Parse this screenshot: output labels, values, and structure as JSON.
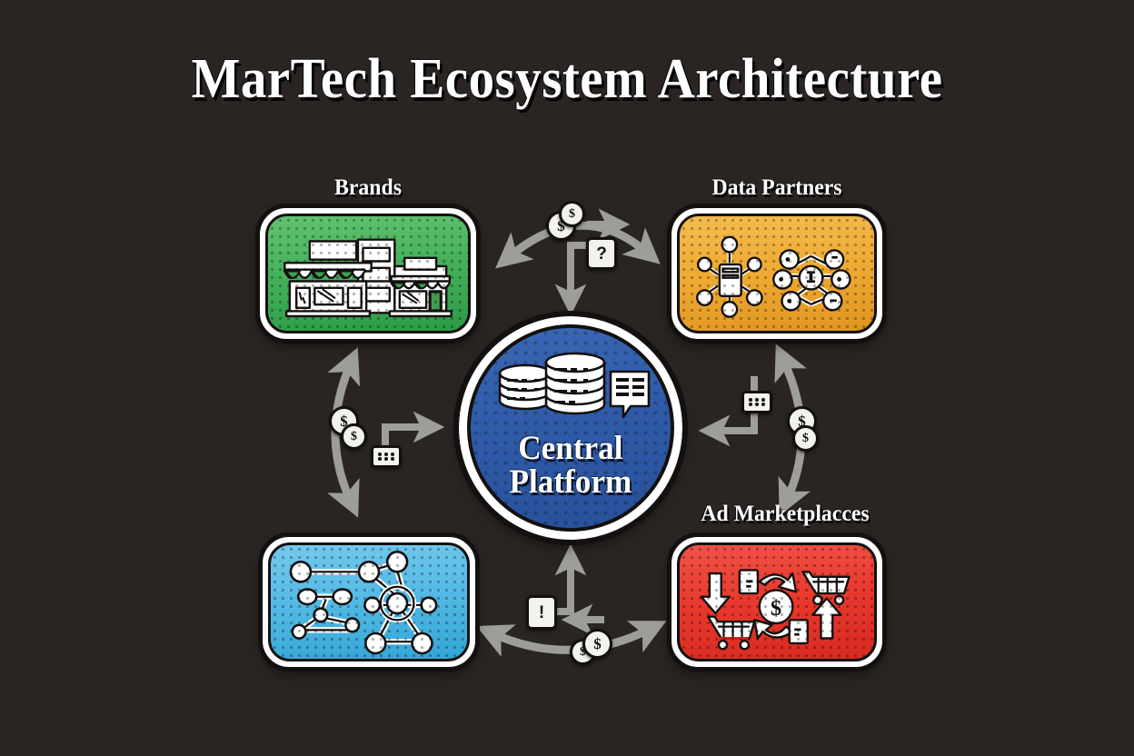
{
  "title": "MarTech Ecosystem Architecture",
  "theme": {
    "background": "#2a2523",
    "title_color": "#ffffff",
    "arrow_color": "#9e9e99",
    "outline": "#14100f",
    "badge_fill": "#f2f2ef"
  },
  "hub": {
    "name": "central-platform",
    "label_line1": "Central",
    "label_line2": "Platform",
    "color": "#2f5ba8",
    "icon": "database-stack-and-chat-icon"
  },
  "nodes": [
    {
      "id": "brands",
      "label": "Brands",
      "color": "#46b15c",
      "icon": "storefront-icon",
      "position": "top-left"
    },
    {
      "id": "data-partners",
      "label": "Data Partners",
      "color": "#eeaa34",
      "icon": "network-nodes-icon",
      "position": "top-right"
    },
    {
      "id": "publishers",
      "label": "",
      "color": "#54b9e4",
      "icon": "network-graph-icon",
      "position": "bottom-left"
    },
    {
      "id": "ad-marketplaces",
      "label": "Ad Marketplacces",
      "color": "#e9382d",
      "icon": "shopping-cart-exchange-icon",
      "position": "bottom-right"
    }
  ],
  "connectors": [
    {
      "id": "brands-data-partners",
      "type": "bidirectional-curved-arrow",
      "badges": [
        {
          "kind": "coin",
          "label": "$"
        },
        {
          "kind": "coin",
          "label": "$"
        }
      ]
    },
    {
      "id": "top-to-hub",
      "type": "elbow-arrow-down",
      "badges": [
        {
          "kind": "square",
          "label": "?"
        }
      ]
    },
    {
      "id": "brands-publishers",
      "type": "bidirectional-curved-arrow",
      "badges": [
        {
          "kind": "coin",
          "label": "$"
        },
        {
          "kind": "coin",
          "label": "$"
        }
      ]
    },
    {
      "id": "left-to-hub",
      "type": "elbow-arrow-right",
      "badges": [
        {
          "kind": "dot-grid",
          "label": "data-grid-icon"
        }
      ]
    },
    {
      "id": "data-partners-ad-marketplaces",
      "type": "bidirectional-curved-arrow",
      "badges": [
        {
          "kind": "coin",
          "label": "$"
        },
        {
          "kind": "coin",
          "label": "$"
        }
      ]
    },
    {
      "id": "hub-to-right",
      "type": "elbow-arrow-left",
      "badges": [
        {
          "kind": "dot-grid",
          "label": "data-grid-icon"
        }
      ]
    },
    {
      "id": "publishers-ad-marketplaces",
      "type": "bidirectional-curved-arrow",
      "badges": [
        {
          "kind": "coin",
          "label": "$"
        },
        {
          "kind": "coin",
          "label": "$"
        }
      ]
    },
    {
      "id": "bottom-to-hub",
      "type": "elbow-arrow-up",
      "badges": [
        {
          "kind": "square",
          "label": "!"
        }
      ]
    }
  ]
}
